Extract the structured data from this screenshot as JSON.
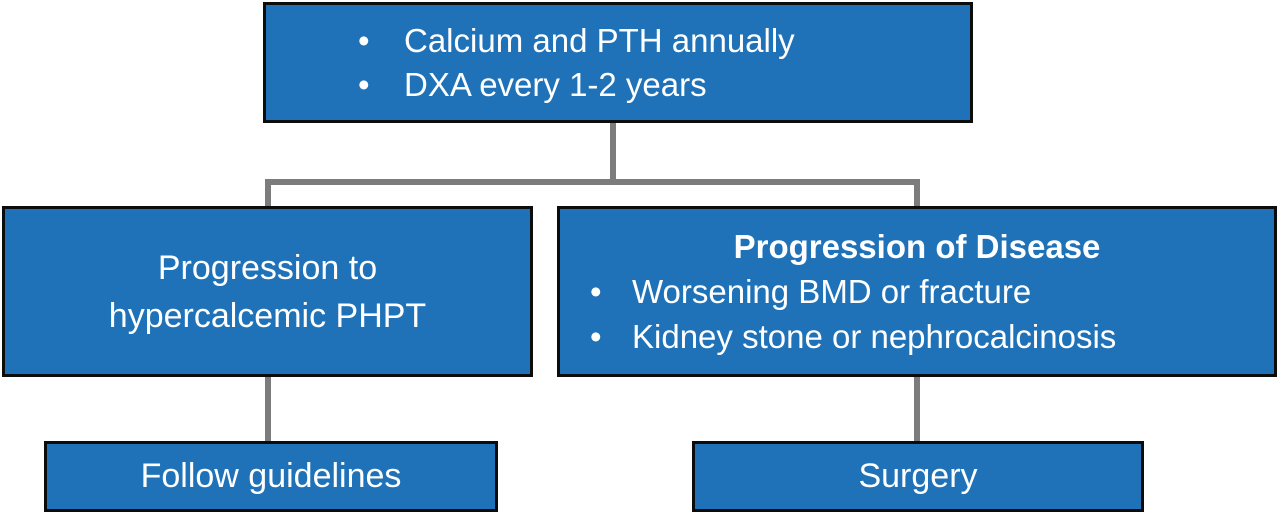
{
  "diagram": {
    "bullet_glyph": "•",
    "colors": {
      "box_fill": "#1F72B8",
      "box_border": "#0C0C0C",
      "connector": "#7C7C7C",
      "text": "#FFFFFF"
    },
    "monitoring_box": {
      "bullets": [
        "Calcium and PTH annually",
        "DXA every 1-2 years"
      ]
    },
    "progression_phpt_box": {
      "lines": [
        "Progression to",
        "hypercalcemic PHPT"
      ]
    },
    "progression_disease_box": {
      "title": "Progression of Disease",
      "bullets": [
        "Worsening BMD or fracture",
        "Kidney stone or nephrocalcinosis"
      ]
    },
    "follow_guidelines_box": {
      "label": "Follow guidelines"
    },
    "surgery_box": {
      "label": "Surgery"
    }
  }
}
